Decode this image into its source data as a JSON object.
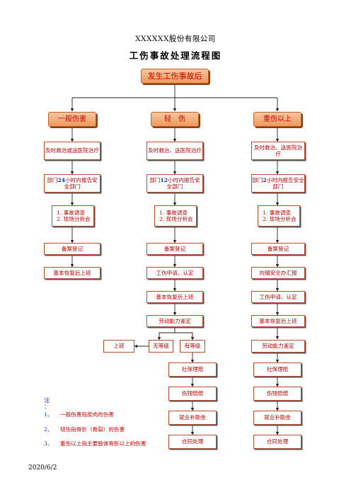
{
  "header": {
    "company": "XXXXXX股份有限公司",
    "title": "工伤事故处理流程图"
  },
  "top_node": "发生工伤事故后",
  "categories": [
    "一般伤害",
    "轻　伤",
    "重伤以上"
  ],
  "col1": {
    "step1": "及时救治或送医院治疗",
    "step2_a": "部门",
    "step2_b": "24",
    "step2_c": "小时内报告安全部门",
    "step3_a": "1. 事故调查",
    "step3_b": "2. 现场分析会",
    "step4": "备案登记",
    "step5": "基本恢复后上班"
  },
  "col2": {
    "step1": "及时救治、送医院治疗",
    "step2_a": "部门",
    "step2_b": "12",
    "step2_c": "小时内报告安全部门",
    "step3_a": "1. 事故调查",
    "step3_b": "2. 现场分析会",
    "step4": "备案登记",
    "step5": "工伤申请、认定",
    "step6": "基本恢复后上班",
    "step7": "劳动能力鉴定",
    "branch_return": "上班",
    "branch_none": "无等级",
    "branch_grade": "有等级",
    "step8": "社保理赔",
    "step9": "伤残赔偿",
    "step10": "就业补助金",
    "step11": "合同处理"
  },
  "col3": {
    "step1": "及时救治、送医院治疗",
    "step2_a": "部门",
    "step2_b": "2",
    "step2_c": "小时内报告安全部门",
    "step3_a": "1. 事故调查",
    "step3_b": "2. 现场分析会",
    "step4": "备案登记",
    "step5": "向镇安全办汇报",
    "step6": "工伤申请、认定",
    "step7": "基本恢复后上班",
    "step8": "劳动能力鉴定",
    "step9": "社保理赔",
    "step10": "伤残赔偿",
    "step11": "就业补助金",
    "step12": "合同处理"
  },
  "notes": {
    "title_a": "注",
    "title_b": "：",
    "items": [
      {
        "num": "1、",
        "text": "一般伤害指皮肉的伤害"
      },
      {
        "num": "2、",
        "text": "轻伤指骨折（骨裂）的伤害"
      },
      {
        "num": "3、",
        "text": "重伤以上指主要肢体骨折以上的伤害"
      }
    ]
  },
  "date": "2020/6/2"
}
